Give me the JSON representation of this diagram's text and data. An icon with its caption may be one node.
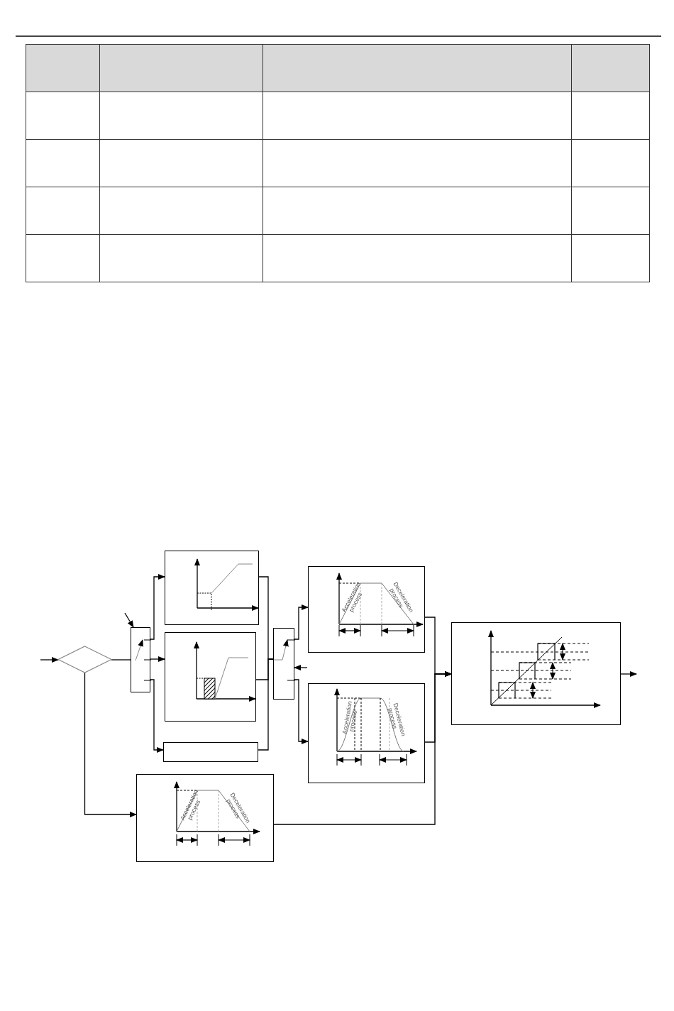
{
  "diagram": {
    "nodes": [
      {
        "text": [],
        "shape": "diamond"
      },
      {
        "text": [],
        "shape": "box"
      },
      {
        "text": [],
        "shape": "box"
      },
      {
        "text": [],
        "shape": "box"
      },
      {
        "text": [],
        "shape": "box"
      },
      {
        "text": [],
        "shape": "box"
      },
      {
        "text": [
          "Acceleration process",
          "Deceleration process"
        ]
      },
      {
        "text": [
          "Acceleration process",
          "Deceleration process"
        ]
      },
      {
        "text": [],
        "shape": "box"
      },
      {
        "text": [
          "Acceleration process",
          "Deceleration process"
        ]
      }
    ],
    "edges": [
      {
        "from": null,
        "to": 0,
        "arrow": "to"
      },
      {
        "from": 0,
        "to": 1,
        "arrow": "none"
      },
      {
        "from": null,
        "to": 1,
        "arrow": "to"
      },
      {
        "from": 1,
        "to": 2,
        "arrow": "to"
      },
      {
        "from": 1,
        "to": 3,
        "arrow": "to"
      },
      {
        "from": 1,
        "to": 4,
        "arrow": "to"
      },
      {
        "from": 2,
        "to": 5,
        "arrow": "none"
      },
      {
        "from": 3,
        "to": 5,
        "arrow": "none"
      },
      {
        "from": 4,
        "to": 5,
        "arrow": "none"
      },
      {
        "from": null,
        "to": 5,
        "arrow": "to"
      },
      {
        "from": 5,
        "to": 6,
        "arrow": "to"
      },
      {
        "from": 5,
        "to": 7,
        "arrow": "to"
      },
      {
        "from": 6,
        "to": 8,
        "arrow": "to"
      },
      {
        "from": 7,
        "to": 8,
        "arrow": "to"
      },
      {
        "from": 0,
        "to": 9,
        "arrow": "to"
      },
      {
        "from": 9,
        "to": 8,
        "arrow": "to"
      },
      {
        "from": 8,
        "to": null,
        "arrow": "to"
      }
    ]
  }
}
